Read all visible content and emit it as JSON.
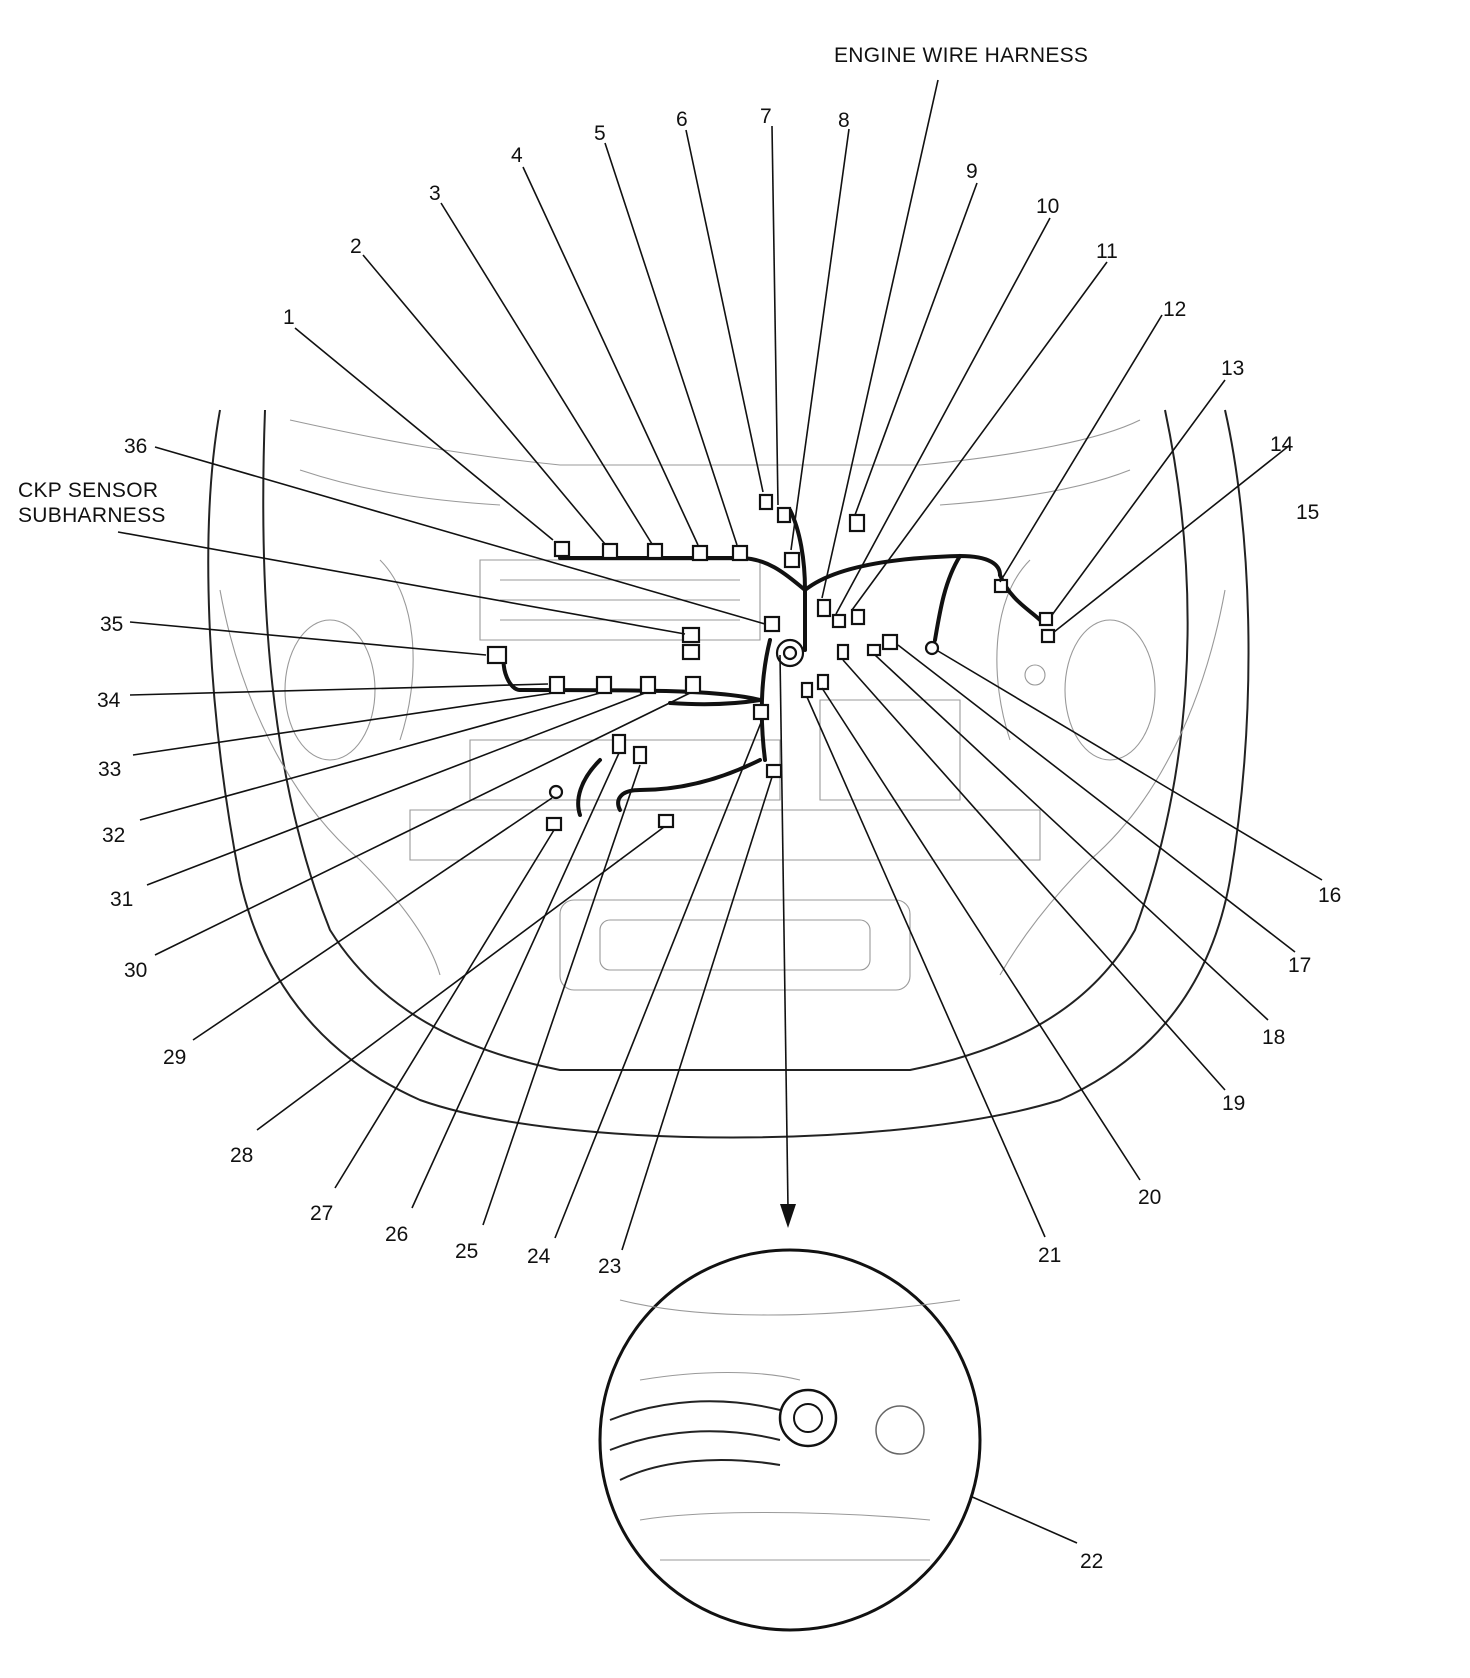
{
  "captions": {
    "engine_wire_harness": "ENGINE WIRE HARNESS",
    "ckp_line1": "CKP SENSOR",
    "ckp_line2": "SUBHARNESS"
  },
  "callouts": [
    "1",
    "2",
    "3",
    "4",
    "5",
    "6",
    "7",
    "8",
    "9",
    "10",
    "11",
    "12",
    "13",
    "14",
    "15",
    "16",
    "17",
    "18",
    "19",
    "20",
    "21",
    "22",
    "23",
    "24",
    "25",
    "26",
    "27",
    "28",
    "29",
    "30",
    "31",
    "32",
    "33",
    "34",
    "35",
    "36"
  ]
}
